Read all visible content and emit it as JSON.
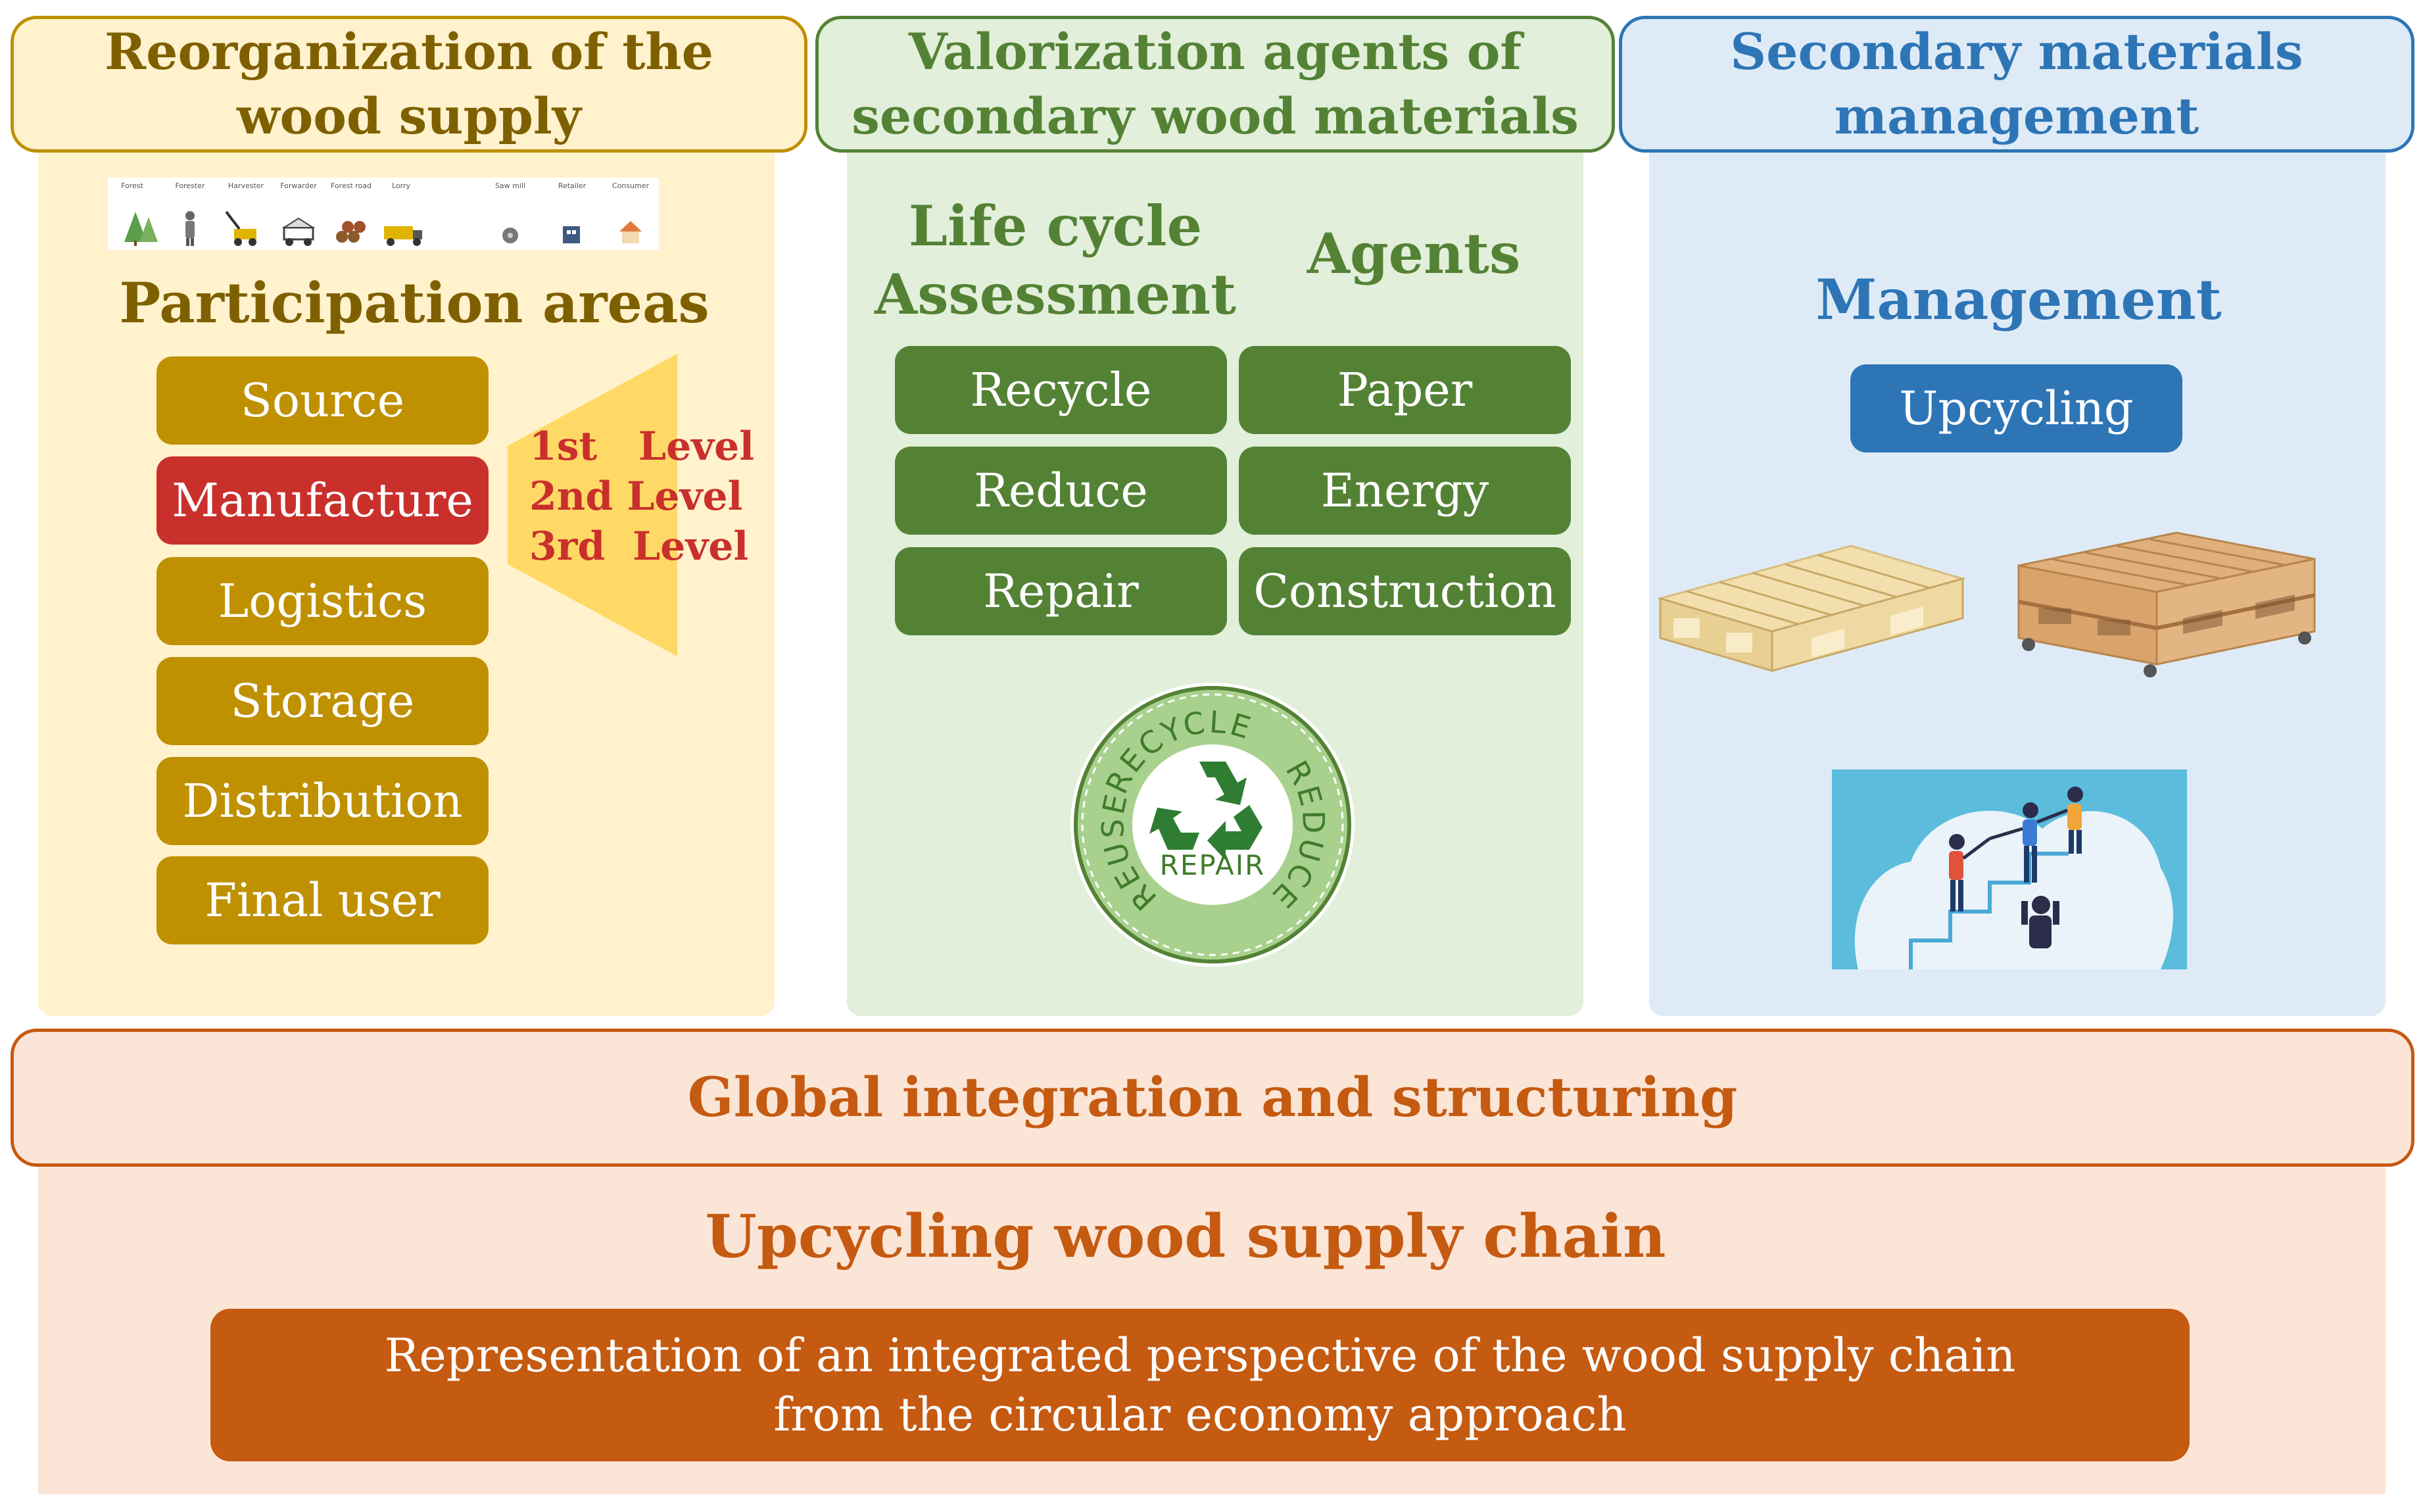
{
  "columns": {
    "wood_supply": {
      "header": "Reorganization of the wood supply",
      "strip_labels": [
        "Forest",
        "Forester",
        "Harvester",
        "Forwarder",
        "Forest road",
        "Lorry",
        "Saw mill",
        "Retailer",
        "Consumer"
      ],
      "title": "Participation areas",
      "areas": [
        "Source",
        "Manufacture",
        "Logistics",
        "Storage",
        "Distribution",
        "Final user"
      ],
      "levels": [
        "1st   Level",
        "2nd Level",
        "3rd  Level"
      ]
    },
    "valorization": {
      "header": "Valorization agents of secondary wood materials",
      "lca_title": "Life cycle Assessment",
      "agents_title": "Agents",
      "lca_items": [
        "Recycle",
        "Reduce",
        "Repair"
      ],
      "agent_items": [
        "Paper",
        "Energy",
        "Construction"
      ],
      "badge": {
        "ring_recycle": "RECYCLE",
        "ring_reduce": "REDUCE",
        "ring_reuse": "REUSE",
        "center": "REPAIR"
      }
    },
    "management": {
      "header": "Secondary materials management",
      "title": "Management",
      "button": "Upcycling"
    }
  },
  "bottom": {
    "integration": "Global integration and structuring",
    "title": "Upcycling wood supply chain",
    "description": "Representation of an integrated perspective of the wood supply chain from the circular economy approach"
  },
  "colors": {
    "gold": "#bf9000",
    "red": "#c9302c",
    "green": "#548235",
    "blue": "#2e75b6",
    "orange": "#c55a11"
  }
}
